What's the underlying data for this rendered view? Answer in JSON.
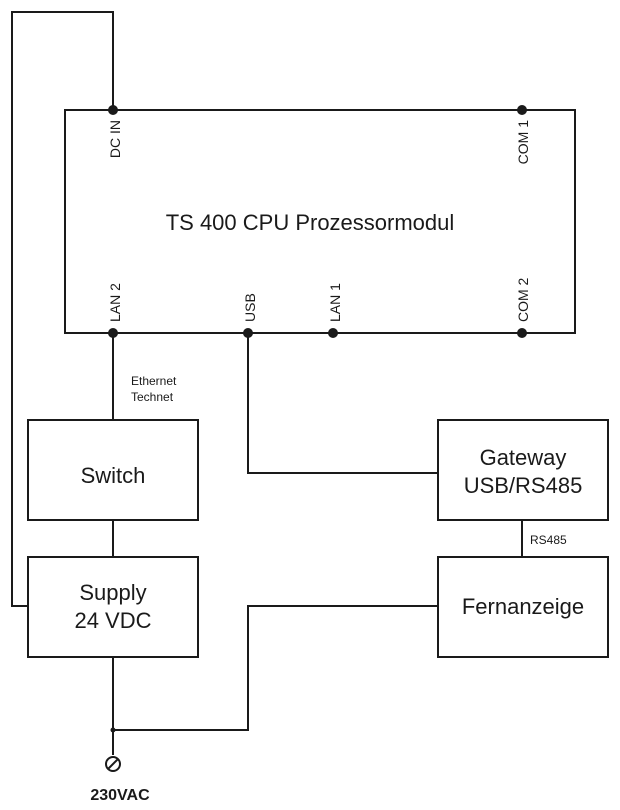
{
  "cpu": {
    "title": "TS 400 CPU Prozessormodul",
    "ports": {
      "dc_in": "DC IN",
      "com1": "COM 1",
      "lan2": "LAN 2",
      "usb": "USB",
      "lan1": "LAN 1",
      "com2": "COM 2"
    }
  },
  "switch": {
    "label": "Switch"
  },
  "supply": {
    "line1": "Supply",
    "line2": "24 VDC"
  },
  "gateway": {
    "line1": "Gateway",
    "line2": "USB/RS485"
  },
  "fernanzeige": {
    "label": "Fernanzeige"
  },
  "ethernet_label": {
    "line1": "Ethernet",
    "line2": "Technet"
  },
  "rs485_label": "RS485",
  "mains_label": "230VAC"
}
